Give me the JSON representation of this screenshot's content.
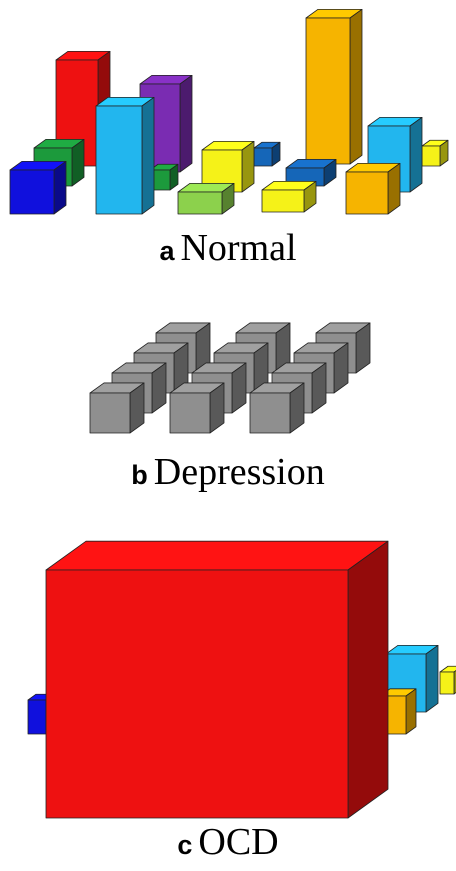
{
  "panels": [
    {
      "id": "a",
      "letter": "a",
      "label": "Normal"
    },
    {
      "id": "b",
      "letter": "b",
      "label": "Depression"
    },
    {
      "id": "c",
      "letter": "c",
      "label": "OCD"
    }
  ],
  "colors": {
    "red": "#ee1111",
    "green": "#1c9a3c",
    "blue": "#1010dd",
    "cyan": "#22b6ee",
    "purple": "#7a2cb2",
    "yellow": "#f5f218",
    "lime": "#8cd14c",
    "orange": "#f6b400",
    "darkblue": "#1566b8",
    "gray": "#8f8f8f"
  }
}
